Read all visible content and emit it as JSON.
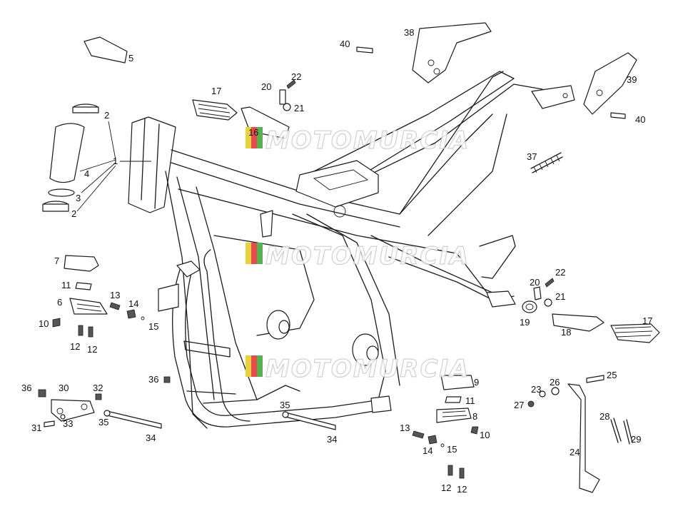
{
  "watermark": {
    "text": "MOTOMURCIA",
    "colors": [
      "#e7d23b",
      "#e84b4b",
      "#55b24f",
      "#9fb3c8"
    ]
  },
  "callouts": [
    "1",
    "2",
    "2",
    "3",
    "4",
    "5",
    "6",
    "7",
    "8",
    "9",
    "10",
    "10",
    "11",
    "11",
    "12",
    "12",
    "12",
    "12",
    "13",
    "13",
    "14",
    "14",
    "15",
    "15",
    "16",
    "17",
    "17",
    "18",
    "19",
    "20",
    "20",
    "21",
    "21",
    "22",
    "22",
    "23",
    "24",
    "25",
    "26",
    "27",
    "28",
    "29",
    "30",
    "31",
    "32",
    "33",
    "34",
    "34",
    "35",
    "35",
    "36",
    "36",
    "37",
    "38",
    "39",
    "40",
    "40"
  ]
}
